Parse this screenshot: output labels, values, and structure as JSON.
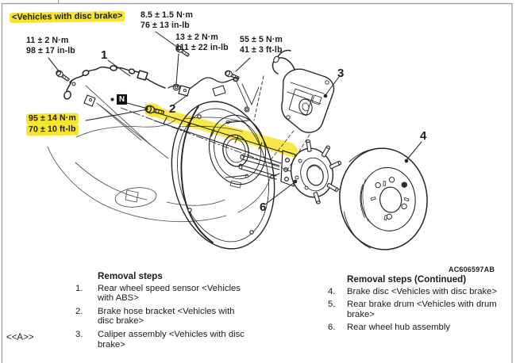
{
  "colors": {
    "highlight": "#F7E42C",
    "line": "#262626",
    "border": "#9a9a9a"
  },
  "variant_label": "<Vehicles with disc brake>",
  "marker": {
    "label": "N"
  },
  "figure_code": "AC606597AB",
  "footer_note": "<<A>>",
  "torque_labels": [
    {
      "nm": "8.5 ± 1.5 N·m",
      "alt": "76 ± 13 in-lb"
    },
    {
      "nm": "11 ± 2 N·m",
      "alt": "98 ± 17 in-lb"
    },
    {
      "nm": "13 ± 2 N·m",
      "alt": "111 ± 22 in-lb"
    },
    {
      "nm": "55 ± 5 N·m",
      "alt": "41 ± 3 ft-lb"
    },
    {
      "nm": "95 ± 14 N·m",
      "alt": "70 ± 10 ft-lb"
    }
  ],
  "callouts": {
    "c1": "1",
    "c2": "2",
    "c3": "3",
    "c4": "4",
    "c6": "6"
  },
  "removal_steps": {
    "title": "Removal steps",
    "items": [
      {
        "num": "1.",
        "text": "Rear wheel speed sensor <Vehicles with ABS>"
      },
      {
        "num": "2.",
        "text": "Brake hose bracket <Vehicles with disc brake>"
      },
      {
        "num": "3.",
        "text": "Caliper assembly <Vehicles with disc brake>"
      }
    ]
  },
  "removal_steps_continued": {
    "title": "Removal steps (Continued)",
    "items": [
      {
        "num": "4.",
        "text": "Brake disc <Vehicles with disc brake>"
      },
      {
        "num": "5.",
        "text": "Rear brake drum <Vehicles with drum brake>"
      },
      {
        "num": "6.",
        "text": "Rear wheel hub assembly"
      }
    ]
  }
}
